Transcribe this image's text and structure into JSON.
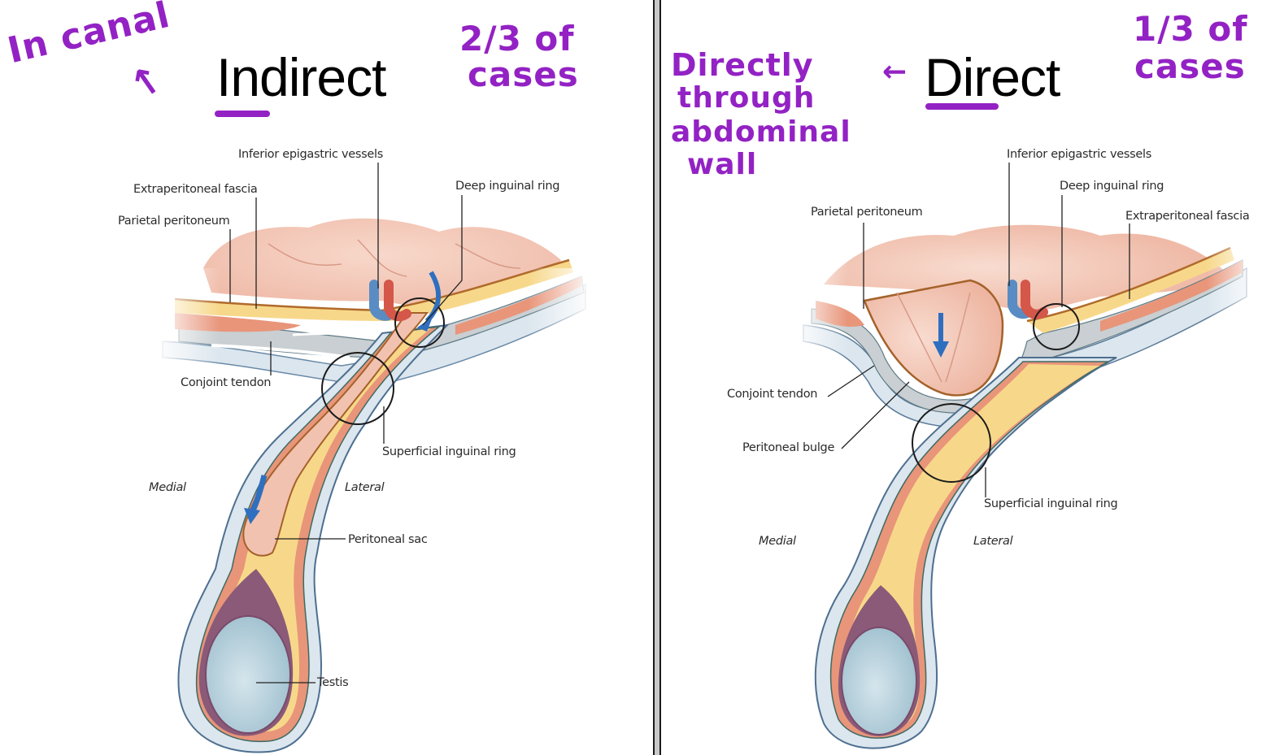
{
  "left_panel": {
    "title": "Indirect",
    "annotations": {
      "location_note": "In canal",
      "frequency_note_line1": "2/3 of",
      "frequency_note_line2": "cases",
      "arrow": "↖"
    },
    "labels": {
      "inferior_epigastric_vessels": "Inferior epigastric vessels",
      "extraperitoneal_fascia": "Extraperitoneal fascia",
      "deep_inguinal_ring": "Deep inguinal ring",
      "parietal_peritoneum": "Parietal peritoneum",
      "conjoint_tendon": "Conjoint tendon",
      "superficial_inguinal_ring": "Superficial inguinal ring",
      "medial": "Medial",
      "lateral": "Lateral",
      "peritoneal_sac": "Peritoneal sac",
      "testis": "Testis"
    }
  },
  "right_panel": {
    "title": "Direct",
    "annotations": {
      "location_note_line1": "Directly",
      "location_note_line2": "through",
      "location_note_line3": "abdominal",
      "location_note_line4": "wall",
      "frequency_note_line1": "1/3 of",
      "frequency_note_line2": "cases",
      "arrow": "←"
    },
    "labels": {
      "inferior_epigastric_vessels": "Inferior epigastric vessels",
      "deep_inguinal_ring": "Deep inguinal ring",
      "parietal_peritoneum": "Parietal peritoneum",
      "extraperitoneal_fascia": "Extraperitoneal fascia",
      "conjoint_tendon": "Conjoint tendon",
      "peritoneal_bulge": "Peritoneal bulge",
      "superficial_inguinal_ring": "Superficial inguinal ring",
      "medial": "Medial",
      "lateral": "Lateral"
    }
  },
  "colors": {
    "annotation_ink": "#9322c4",
    "peritoneum_pink": "#f2c2b0",
    "fat_yellow": "#f7d88a",
    "muscle_orange": "#e8957a",
    "fascia_grey": "#c9cfd2",
    "fascia_blue": "#dbe6ee",
    "testis_blue": "#b9d2dc",
    "tunica_purple": "#8a5a78",
    "vein_blue": "#5a8cc4",
    "artery_red": "#d4574a",
    "arrow_blue": "#2f6fc0"
  }
}
